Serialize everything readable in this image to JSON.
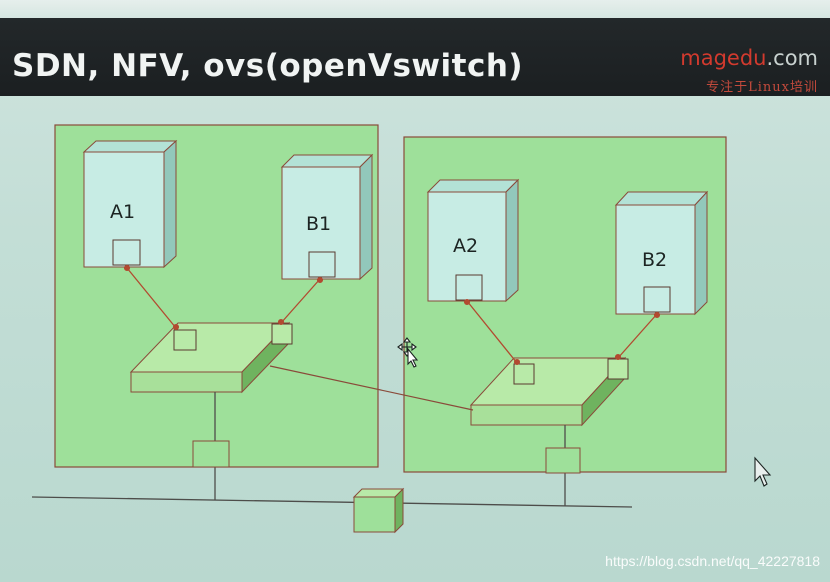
{
  "slide": {
    "title": "SDN, NFV, ovs(openVswitch)",
    "brand_main": "magedu",
    "brand_tld": ".com",
    "brand_sub": "专注于Linux培训"
  },
  "hosts": {
    "left": {
      "vm1": "A1",
      "vm2": "B1"
    },
    "right": {
      "vm1": "A2",
      "vm2": "B2"
    }
  },
  "colors": {
    "host_fill": "#9ee09a",
    "vm_fill": "#c7ece4",
    "line_color": "#b24a30"
  },
  "cursor_icons": [
    "move-cursor-icon",
    "arrow-cursor-icon"
  ],
  "watermark": "https://blog.csdn.net/qq_42227818"
}
